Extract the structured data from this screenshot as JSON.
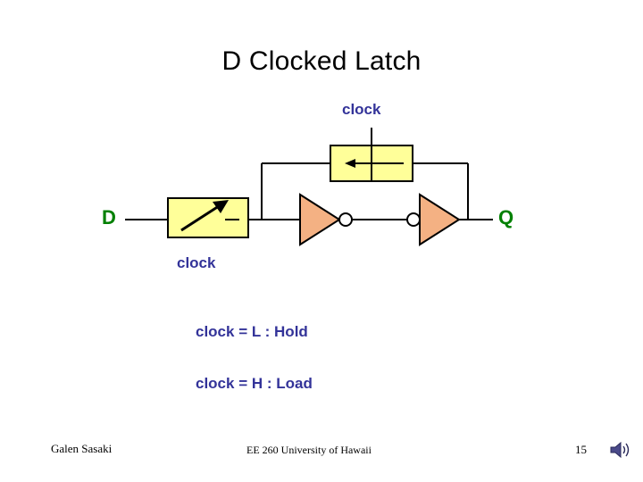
{
  "slide": {
    "title": "D Clocked Latch",
    "labels": {
      "clock_top": "clock",
      "clock_bottom": "clock",
      "input_d": "D",
      "output_q": "Q"
    },
    "notes": [
      "clock = L :   Hold",
      "clock = H :   Load"
    ],
    "footer": {
      "author": "Galen Sasaki",
      "course": "EE 260 University of Hawaii",
      "page_number": "15"
    },
    "icons": {
      "speaker": "speaker-icon"
    },
    "colors": {
      "label_blue": "#333399",
      "label_green": "#008000",
      "switch_fill": "#ffff99",
      "inverter_fill": "#f4b183",
      "wire": "#000000"
    }
  }
}
